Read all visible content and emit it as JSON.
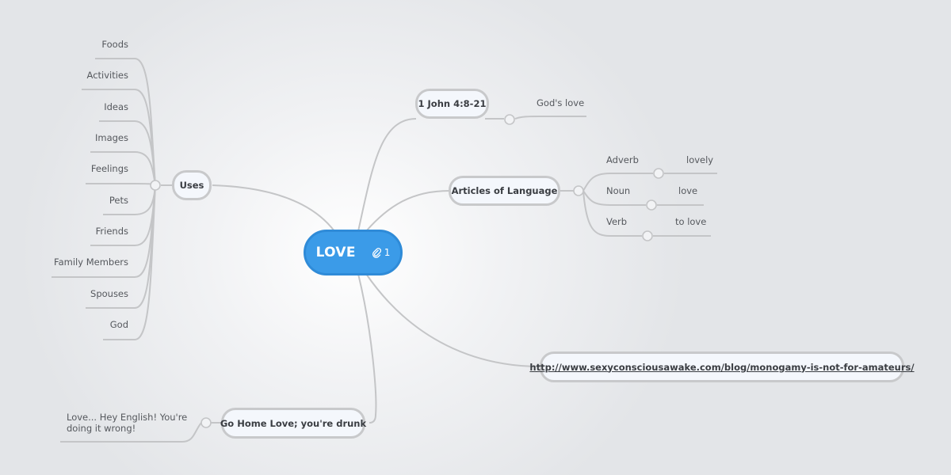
{
  "root": {
    "label": "LOVE",
    "attachment_count": "1",
    "attachment_icon": "paperclip-icon",
    "color": "#3b9be8"
  },
  "branches": {
    "uses": {
      "label": "Uses",
      "children": [
        "Foods",
        "Activities",
        "Ideas",
        "Images",
        "Feelings",
        "Pets",
        "Friends",
        "Family Members",
        "Spouses",
        "God"
      ]
    },
    "john": {
      "label": "1 John 4:8-21",
      "children": [
        "God's love"
      ]
    },
    "articles": {
      "label": "Articles of Language",
      "children": [
        {
          "label": "Adverb",
          "child": "lovely"
        },
        {
          "label": "Noun",
          "child": "love"
        },
        {
          "label": "Verb",
          "child": "to love"
        }
      ]
    },
    "url": {
      "label": "http://www.sexyconsciousawake.com/blog/monogamy-is-not-for-amateurs/"
    },
    "gohome": {
      "label": "Go Home Love; you're drunk",
      "children": [
        "Love... Hey English! You're",
        "doing it wrong!"
      ]
    }
  },
  "colors": {
    "line": "#c4c5c7",
    "node_border": "#c8c9cb",
    "node_bg": "#f4f7fc"
  }
}
